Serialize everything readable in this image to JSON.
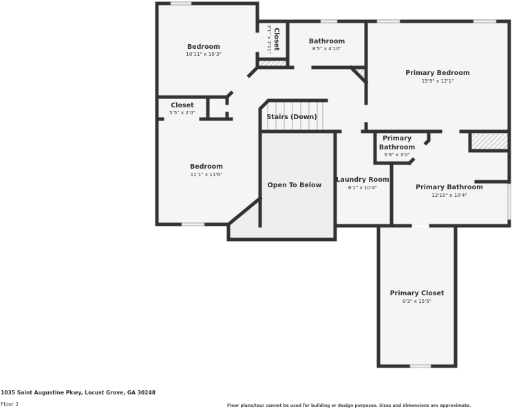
{
  "floor_plan": {
    "floor_label": "Floor 2",
    "address": "1035 Saint Augustine Pkwy, Locust Grove, GA 30248",
    "disclaimer": "Floor plans/tour cannot be used for building or design purposes. Sizes and dimensions are approximate.",
    "colors": {
      "wall": "#333333",
      "room_fill": "#f5f5f5",
      "open_to_below_fill": "#eeeeee",
      "text": "#333333",
      "background": "#ffffff"
    },
    "rooms": {
      "bedroom_nw": {
        "name": "Bedroom",
        "dims": "10'11\" x 10'3\""
      },
      "closet_small": {
        "name": "Closet",
        "dims": "3'1\" x 3'11\""
      },
      "bathroom": {
        "name": "Bathroom",
        "dims": "8'5\" x 4'10\""
      },
      "primary_bedroom": {
        "name": "Primary Bedroom",
        "dims": "15'9\" x 12'1\""
      },
      "closet_w": {
        "name": "Closet",
        "dims": "5'5\" x 2'0\""
      },
      "stairs": {
        "name": "Stairs (Down)"
      },
      "bedroom_sw": {
        "name": "Bedroom",
        "dims": "11'1\" x 11'6\""
      },
      "open_to_below": {
        "name": "Open To Below"
      },
      "laundry": {
        "name": "Laundry Room",
        "dims": "6'1\" x 10'4\""
      },
      "primary_bath_small_line1": {
        "name": "Primary"
      },
      "primary_bath_small_line2": {
        "name": "Bathroom",
        "dims": "5'8\" x 3'0\""
      },
      "primary_bathroom": {
        "name": "Primary Bathroom",
        "dims": "12'10\" x 10'4\""
      },
      "primary_closet": {
        "name": "Primary Closet",
        "dims": "8'3\" x 15'5\""
      }
    }
  }
}
